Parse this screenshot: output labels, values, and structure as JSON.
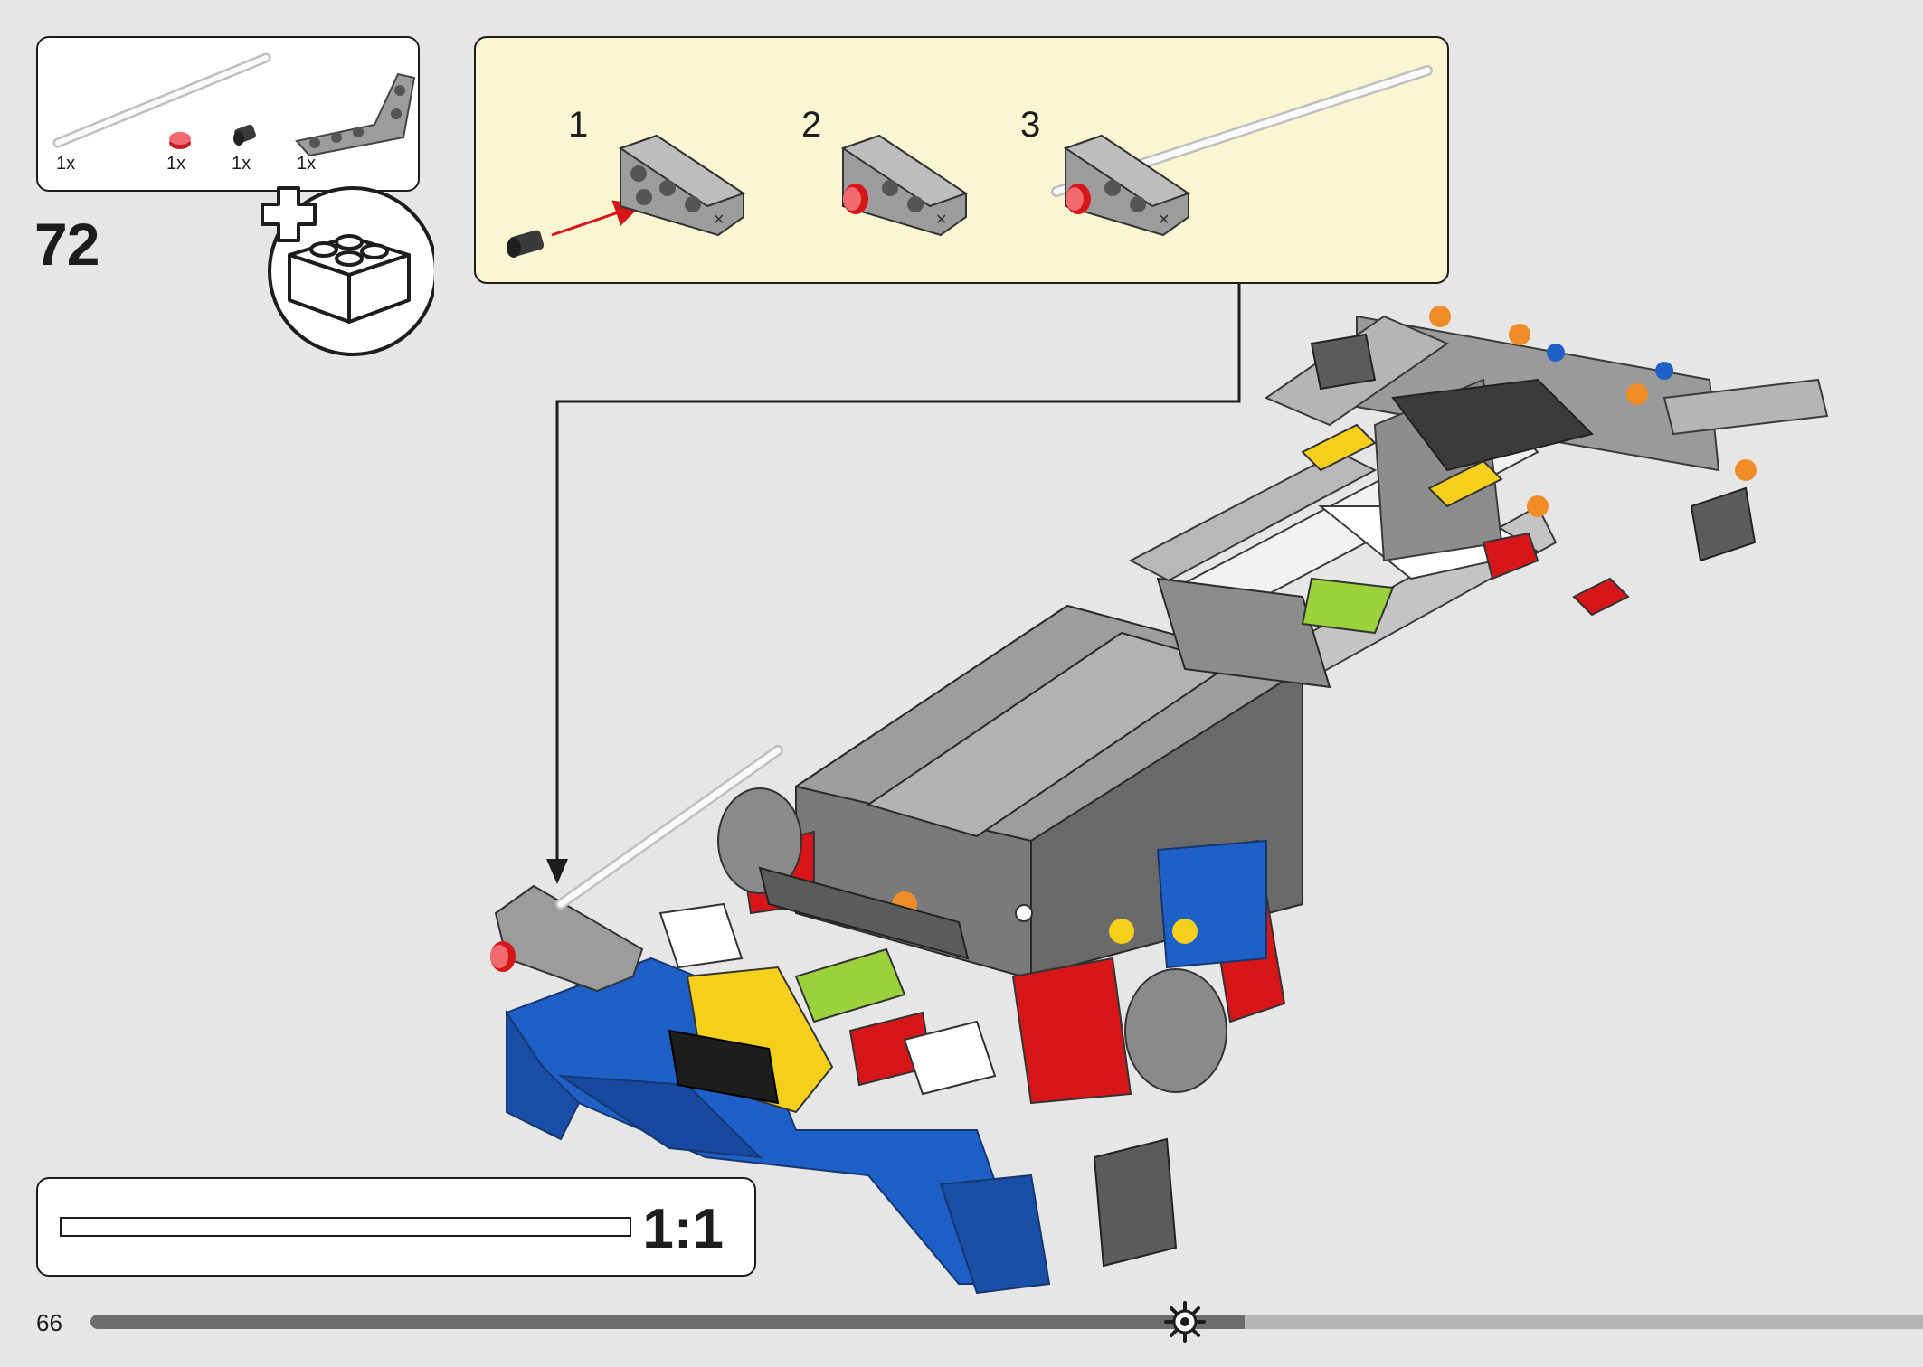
{
  "parts_list": {
    "items": [
      {
        "name": "axle",
        "qty": "1x"
      },
      {
        "name": "red-bush",
        "qty": "1x"
      },
      {
        "name": "black-pin",
        "qty": "1x"
      },
      {
        "name": "grey-l-beam",
        "qty": "1x"
      }
    ]
  },
  "step": {
    "number": "72"
  },
  "substeps": [
    {
      "label": "1"
    },
    {
      "label": "2"
    },
    {
      "label": "3"
    }
  ],
  "scale": {
    "text": "1:1"
  },
  "page": {
    "number": "66",
    "progress": 0.63
  },
  "colors": {
    "background": "#e6e6e6",
    "callout": "#fbf6d2",
    "technic_blue": "#1e5fc8",
    "technic_red": "#d7161a",
    "technic_yellow": "#f4d01c",
    "lime": "#9bd23c",
    "orange": "#f08c28",
    "grey": "#9a9a9a",
    "dark_grey": "#5c5c5c"
  },
  "icons": [
    "add-part-icon",
    "gear-icon",
    "arrow-icon"
  ]
}
